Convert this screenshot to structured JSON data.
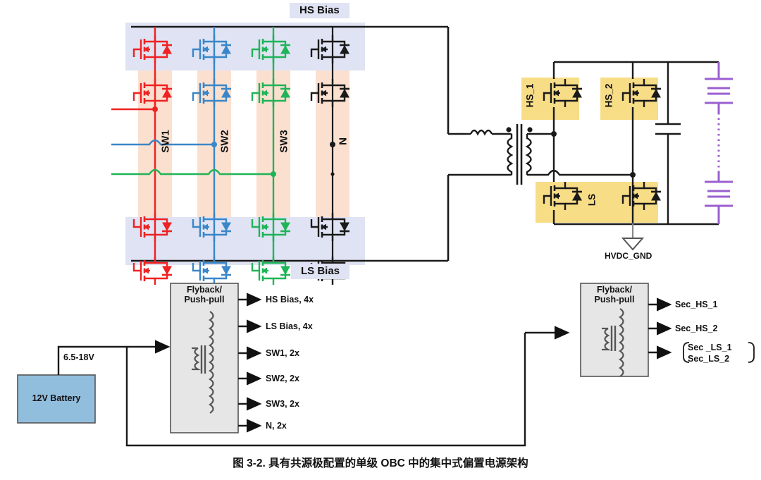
{
  "figure": {
    "caption_prefix": "图 3-2.",
    "caption_text": "具有共源极配置的单级 OBC 中的集中式偏置电源架构"
  },
  "colors": {
    "red": "#ee2222",
    "blue": "#3a86c8",
    "green": "#1fb457",
    "black": "#1a1a1a",
    "purple": "#9b5fd0",
    "bias_band": "#dfe3f3",
    "sw_band": "#fbe0d0",
    "yellow_band": "#f8dd87",
    "battery_fill": "#92bede",
    "block_fill": "#e6e6e6"
  },
  "primary": {
    "bias_bands": [
      {
        "name": "hs-bias",
        "label": "HS Bias"
      },
      {
        "name": "ls-bias",
        "label": "LS Bias"
      }
    ],
    "legs": [
      {
        "label": "SW1",
        "color": "#ee2222"
      },
      {
        "label": "SW2",
        "color": "#3a86c8"
      },
      {
        "label": "SW3",
        "color": "#1fb457"
      },
      {
        "label": "N",
        "color": "#1a1a1a"
      }
    ],
    "devices_per_leg": 4
  },
  "secondary": {
    "switches": [
      {
        "label": "HS_1"
      },
      {
        "label": "HS_2"
      },
      {
        "label": "LS"
      }
    ],
    "ground_label": "HVDC_GND"
  },
  "bias_supply_left": {
    "title_line1": "Flyback/",
    "title_line2": "Push-pull",
    "outputs": [
      "HS Bias, 4x",
      "LS Bias, 4x",
      "SW1, 2x",
      "SW2, 2x",
      "SW3, 2x",
      "N, 2x"
    ]
  },
  "bias_supply_right": {
    "title_line1": "Flyback/",
    "title_line2": "Push-pull",
    "outputs": [
      "Sec_HS_1",
      "Sec_HS_2"
    ],
    "grouped_output": {
      "line1": "Sec _LS_1",
      "line2": "Sec_LS_2"
    }
  },
  "source": {
    "battery_label": "12V Battery",
    "voltage_label": "6.5-18V"
  }
}
